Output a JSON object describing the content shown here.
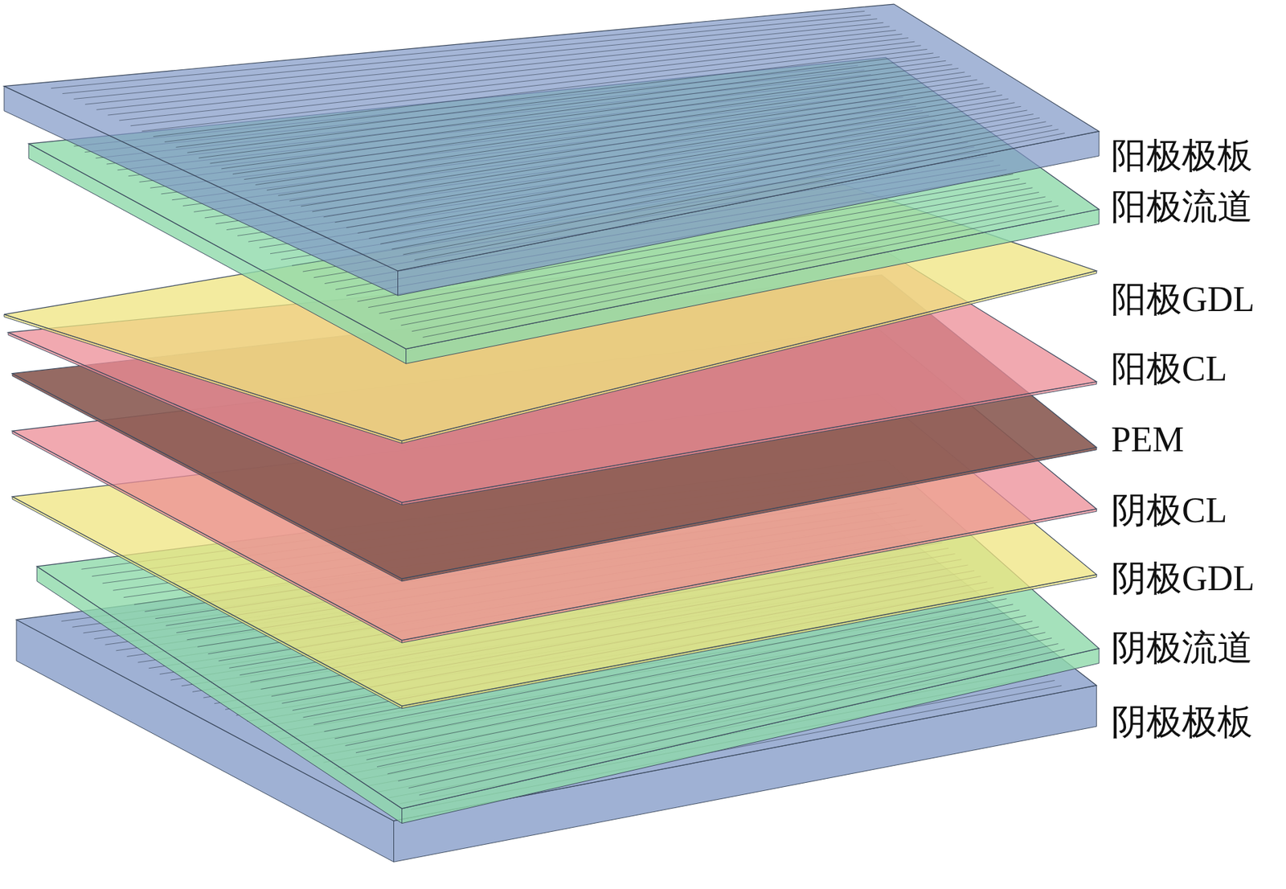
{
  "diagram": {
    "labels": [
      "阳极极板",
      "阳极流道",
      "阳极GDL",
      "阳极CL",
      "PEM",
      "阴极CL",
      "阴极GDL",
      "阴极流道",
      "阴极极板"
    ]
  }
}
